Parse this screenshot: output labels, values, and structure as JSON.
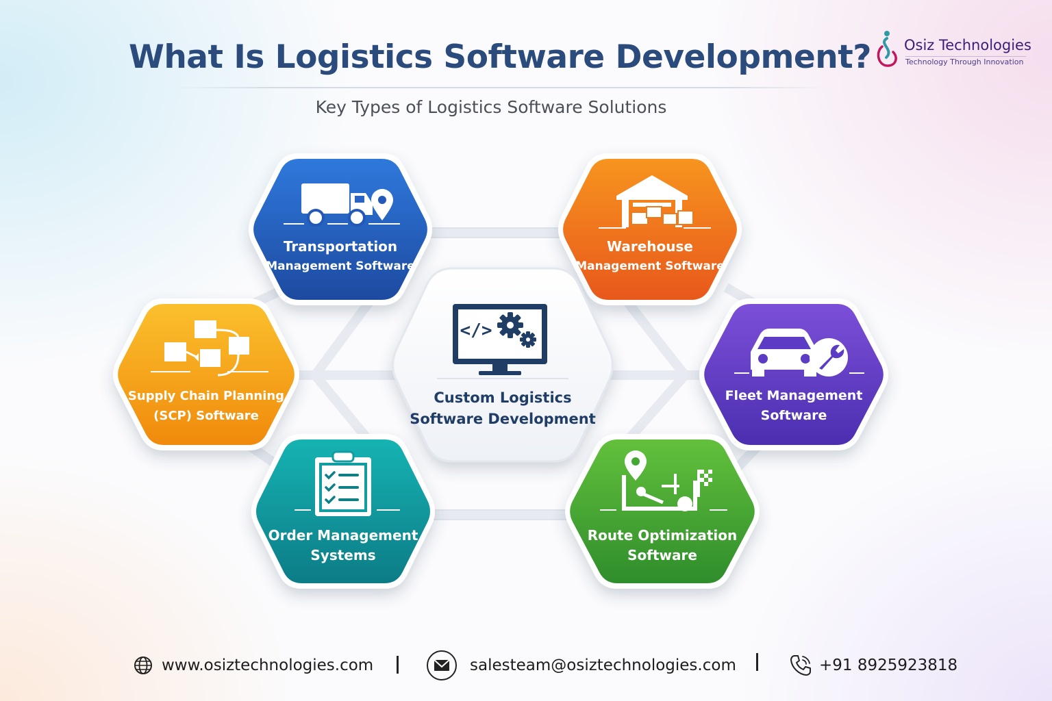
{
  "header": {
    "title": "What Is Logistics Software Development?",
    "subtitle": "Key Types of Logistics Software Solutions"
  },
  "brand": {
    "name": "Osiz Technologies",
    "tagline": "Technology Through Innovation"
  },
  "center": {
    "line1": "Custom Logistics",
    "line2": "Software Development",
    "icon": "monitor-code-gears-icon"
  },
  "nodes": {
    "transportation": {
      "line1": "Transportation",
      "line2": "Management Software",
      "icon": "truck-location-icon",
      "color_top": "#2f79dc",
      "color_bottom": "#1d4aa0"
    },
    "warehouse": {
      "line1": "Warehouse",
      "line2": "Management Software",
      "icon": "warehouse-boxes-icon",
      "color_top": "#f7941e",
      "color_bottom": "#e8581c"
    },
    "supply_chain": {
      "line1": "Supply Chain Planning",
      "line2": "(SCP) Software",
      "icon": "boxes-flow-icon",
      "color_top": "#fbc02d",
      "color_bottom": "#f08a0c"
    },
    "fleet": {
      "line1": "Fleet Management",
      "line2": "Software",
      "icon": "car-wrench-icon",
      "color_top": "#7c4fd8",
      "color_bottom": "#4b2fb0"
    },
    "order": {
      "line1": "Order Management",
      "line2": "Systems",
      "icon": "clipboard-checklist-icon",
      "color_top": "#16b3b3",
      "color_bottom": "#0c7c86"
    },
    "route": {
      "line1": "Route Optimization",
      "line2": "Software",
      "icon": "route-flag-icon",
      "color_top": "#62c03c",
      "color_bottom": "#2f8d2c"
    }
  },
  "footer": {
    "website": "www.osiztechnologies.com",
    "email": "salesteam@osiztechnologies.com",
    "phone": "+91 8925923818"
  }
}
